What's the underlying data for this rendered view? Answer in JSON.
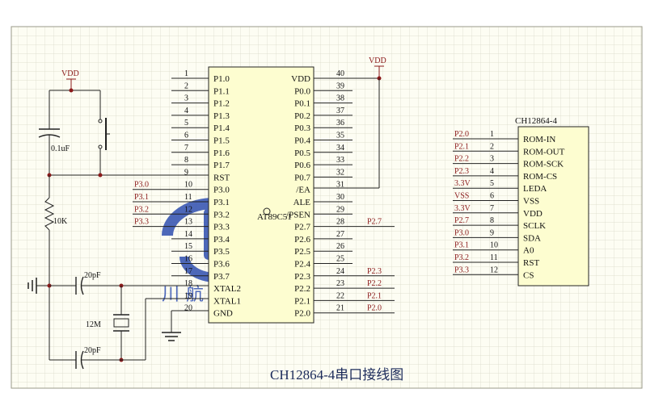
{
  "title": "CH12864-4串口接线图",
  "vdd_label": "VDD",
  "mcu": {
    "name": "AT89C51",
    "left_pins": [
      {
        "num": "1",
        "name": "P1.0",
        "net": ""
      },
      {
        "num": "2",
        "name": "P1.1",
        "net": ""
      },
      {
        "num": "3",
        "name": "P1.2",
        "net": ""
      },
      {
        "num": "4",
        "name": "P1.3",
        "net": ""
      },
      {
        "num": "5",
        "name": "P1.4",
        "net": ""
      },
      {
        "num": "6",
        "name": "P1.5",
        "net": ""
      },
      {
        "num": "7",
        "name": "P1.6",
        "net": ""
      },
      {
        "num": "8",
        "name": "P1.7",
        "net": ""
      },
      {
        "num": "9",
        "name": "RST",
        "net": ""
      },
      {
        "num": "10",
        "name": "P3.0",
        "net": "P3.0"
      },
      {
        "num": "11",
        "name": "P3.1",
        "net": "P3.1"
      },
      {
        "num": "12",
        "name": "P3.2",
        "net": "P3.2"
      },
      {
        "num": "13",
        "name": "P3.3",
        "net": "P3.3"
      },
      {
        "num": "14",
        "name": "P3.4",
        "net": ""
      },
      {
        "num": "15",
        "name": "P3.5",
        "net": ""
      },
      {
        "num": "16",
        "name": "P3.6",
        "net": ""
      },
      {
        "num": "17",
        "name": "P3.7",
        "net": ""
      },
      {
        "num": "18",
        "name": "XTAL2",
        "net": ""
      },
      {
        "num": "19",
        "name": "XTAL1",
        "net": ""
      },
      {
        "num": "20",
        "name": "GND",
        "net": ""
      }
    ],
    "right_pins": [
      {
        "num": "40",
        "name": "VDD",
        "net": ""
      },
      {
        "num": "39",
        "name": "P0.0",
        "net": ""
      },
      {
        "num": "38",
        "name": "P0.1",
        "net": ""
      },
      {
        "num": "37",
        "name": "P0.2",
        "net": ""
      },
      {
        "num": "36",
        "name": "P0.3",
        "net": ""
      },
      {
        "num": "35",
        "name": "P0.4",
        "net": ""
      },
      {
        "num": "34",
        "name": "P0.5",
        "net": ""
      },
      {
        "num": "33",
        "name": "P0.6",
        "net": ""
      },
      {
        "num": "32",
        "name": "P0.7",
        "net": ""
      },
      {
        "num": "31",
        "name": "/EA",
        "net": ""
      },
      {
        "num": "30",
        "name": "ALE",
        "net": ""
      },
      {
        "num": "29",
        "name": "/PSEN",
        "net": ""
      },
      {
        "num": "28",
        "name": "P2.7",
        "net": "P2.7"
      },
      {
        "num": "27",
        "name": "P2.6",
        "net": ""
      },
      {
        "num": "26",
        "name": "P2.5",
        "net": ""
      },
      {
        "num": "25",
        "name": "P2.4",
        "net": ""
      },
      {
        "num": "24",
        "name": "P2.3",
        "net": "P2.3"
      },
      {
        "num": "23",
        "name": "P2.2",
        "net": "P2.2"
      },
      {
        "num": "22",
        "name": "P2.1",
        "net": "P2.1"
      },
      {
        "num": "21",
        "name": "P2.0",
        "net": "P2.0"
      }
    ]
  },
  "lcd": {
    "name": "CH12864-4",
    "pins": [
      {
        "num": "1",
        "name": "ROM-IN",
        "net": "P2.0"
      },
      {
        "num": "2",
        "name": "ROM-OUT",
        "net": "P2.1"
      },
      {
        "num": "3",
        "name": "ROM-SCK",
        "net": "P2.2"
      },
      {
        "num": "4",
        "name": "ROM-CS",
        "net": "P2.3"
      },
      {
        "num": "5",
        "name": "LEDA",
        "net": "3.3V"
      },
      {
        "num": "6",
        "name": "VSS",
        "net": "VSS"
      },
      {
        "num": "7",
        "name": "VDD",
        "net": "3.3V"
      },
      {
        "num": "8",
        "name": "SCLK",
        "net": "P2.7"
      },
      {
        "num": "9",
        "name": "SDA",
        "net": "P3.0"
      },
      {
        "num": "10",
        "name": "A0",
        "net": "P3.1"
      },
      {
        "num": "11",
        "name": "RST",
        "net": "P3.2"
      },
      {
        "num": "12",
        "name": "CS",
        "net": "P3.3"
      }
    ]
  },
  "components": {
    "cap_reset": "0.1uF",
    "resistor": "10K",
    "cap_top": "20pF",
    "cap_bottom": "20pF",
    "crystal": "12M"
  },
  "watermark": "川航显示"
}
